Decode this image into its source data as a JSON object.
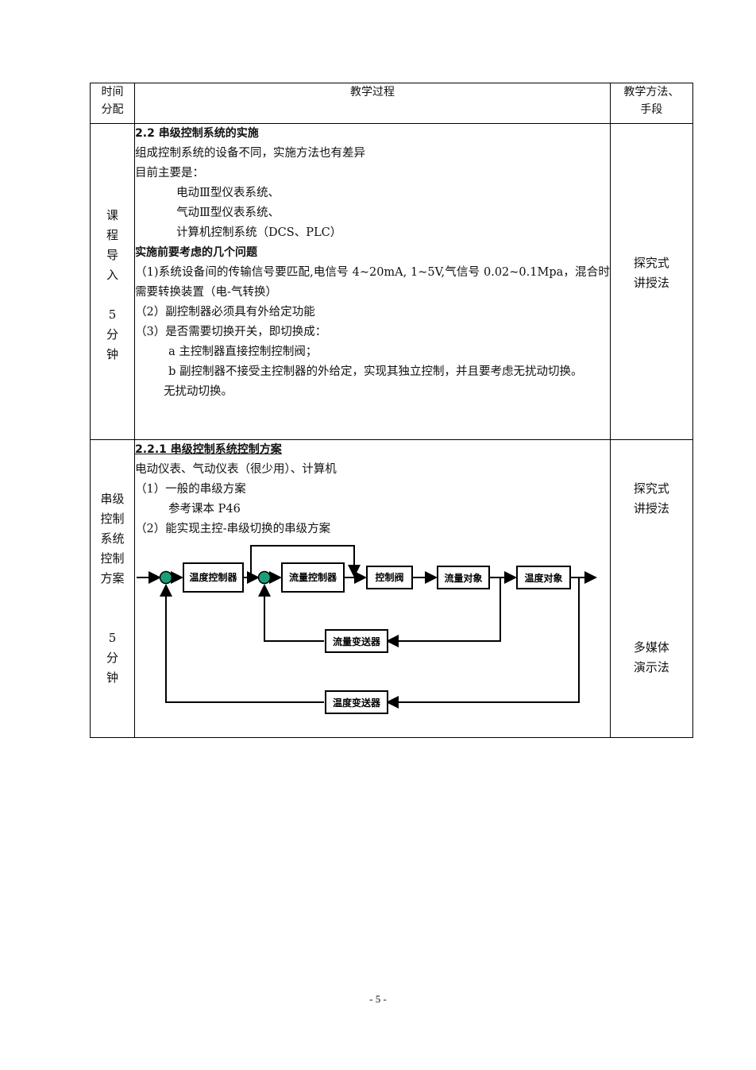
{
  "header": {
    "col1_line1": "时间",
    "col1_line2": "分配",
    "col2": "教学过程",
    "col3_line1": "教学方法、",
    "col3_line2": "手段"
  },
  "row1": {
    "side": [
      "课",
      "程",
      "导",
      "入",
      "",
      "5",
      "分",
      "钟"
    ],
    "lines": [
      "2.2 串级控制系统的实施",
      "组成控制系统的设备不同，实施方法也有差异",
      "目前主要是：",
      "电动Ⅲ型仪表系统、",
      "气动Ⅲ型仪表系统、",
      "计算机控制系统（DCS、PLC）",
      "实施前要考虑的几个问题",
      "（1)系统设备间的传输信号要匹配,电信号 4~20mA, 1~5V,气信号 0.02~0.1Mpa，混合时需要转换装置（电-气转换）",
      "（2）副控制器必须具有外给定功能",
      "（3）是否需要切换开关，即切换成：",
      "a  主控制器直接控制控制阀；",
      "b  副控制器不接受主控制器的外给定，实现其独立控制，并且要考虑无扰动切换。",
      "无扰动切换。"
    ],
    "method_line1": "探究式",
    "method_line2": "讲授法"
  },
  "row2": {
    "side": [
      "串级",
      "控制",
      "系统",
      "控制",
      "方案",
      "",
      "",
      "5",
      "分",
      "钟"
    ],
    "lines": [
      "2.2.1 串级控制系统控制方案",
      "电动仪表、气动仪表（很少用）、计算机",
      "（1）一般的串级方案",
      "参考课本  P46",
      "（2）能实现主控-串级切换的串级方案"
    ],
    "method1_line1": "探究式",
    "method1_line2": "讲授法",
    "method2_line1": "多媒体",
    "method2_line2": "演示法"
  },
  "diagram": {
    "temp_controller": "温度控制器",
    "flow_controller": "流量控制器",
    "control_valve": "控制阀",
    "flow_object": "流量对象",
    "temp_object": "温度对象",
    "flow_transmitter": "流量变送器",
    "temp_transmitter": "温度变送器",
    "summer_color": "#1a9e7a"
  },
  "page_number": "- 5 -"
}
